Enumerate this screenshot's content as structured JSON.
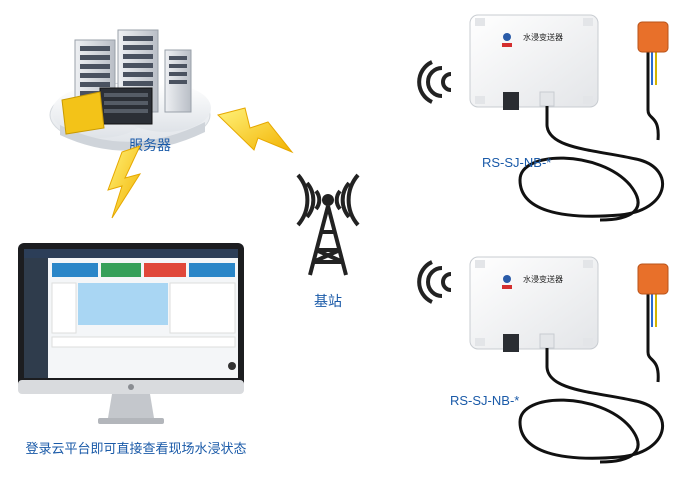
{
  "server": {
    "label": "服务器"
  },
  "tower": {
    "label": "基站"
  },
  "monitor": {
    "caption": "登录云平台即可直接查看现场水浸状态"
  },
  "devices": [
    {
      "model": "RS-SJ-NB-*",
      "title": "水浸变送器"
    },
    {
      "model": "RS-SJ-NB-*",
      "title": "水浸变送器"
    }
  ],
  "colors": {
    "label_blue": "#1a5aa8",
    "bolt_yellow": "#f5c400",
    "probe_orange": "#e8702a"
  }
}
